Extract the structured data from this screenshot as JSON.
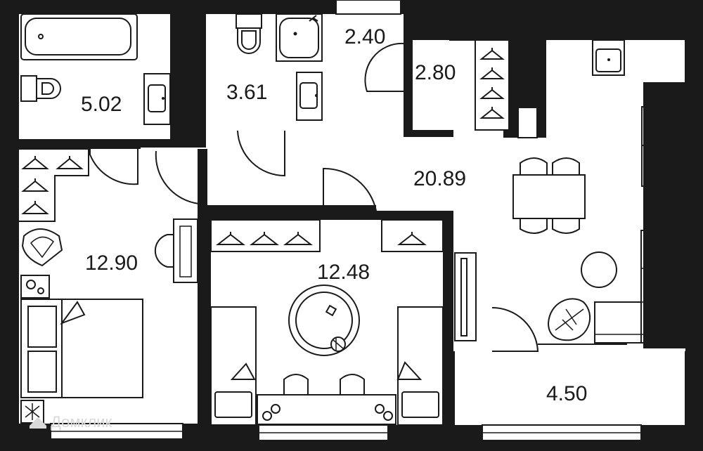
{
  "floorplan": {
    "colors": {
      "wall": "#1a1a1a",
      "floor": "#ffffff",
      "watermark": "#d9d9d9"
    },
    "rooms": [
      {
        "id": "bathroom",
        "area": "5.02"
      },
      {
        "id": "wc",
        "area": "3.61"
      },
      {
        "id": "hall-closet",
        "area": "2.40"
      },
      {
        "id": "wardrobe",
        "area": "2.80"
      },
      {
        "id": "kitchen-living",
        "area": "20.89"
      },
      {
        "id": "bedroom",
        "area": "12.90"
      },
      {
        "id": "kids-room",
        "area": "12.48"
      },
      {
        "id": "balcony",
        "area": "4.50"
      }
    ],
    "watermark": {
      "text": "Домклик",
      "icon": "domclick-logo-icon"
    }
  }
}
